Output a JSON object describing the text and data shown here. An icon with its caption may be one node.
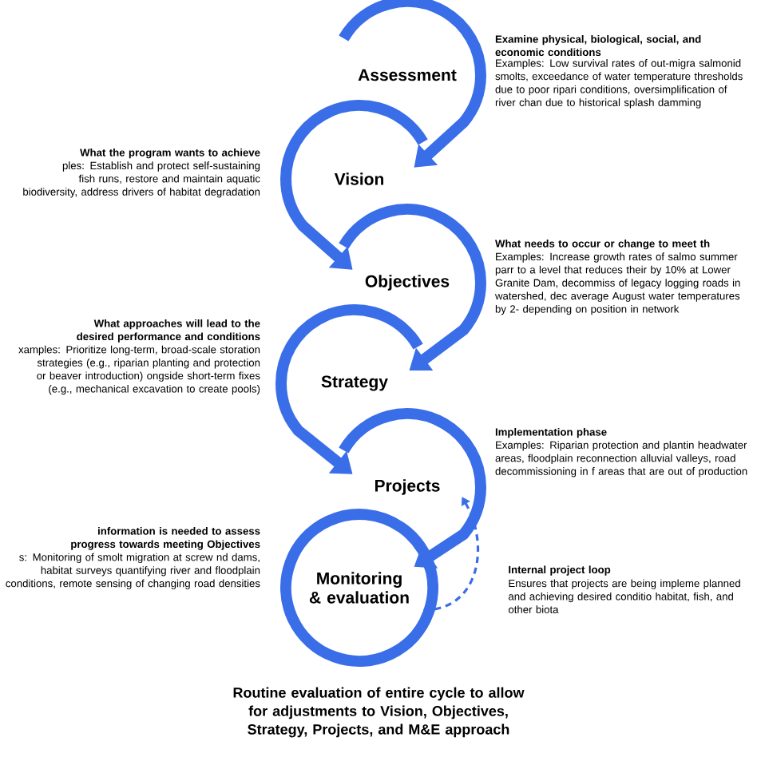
{
  "diagram": {
    "caption": "Routine evaluation of entire cycle to allow for adjustments to Vision, Objectives, Strategy, Projects, and M&E approach",
    "nodes": [
      {
        "text": [
          "Assessment"
        ],
        "beside": [
          "Examine physical, biological, social, and economic conditions",
          "Examples: Low survival rates of out-migra salmonid smolts, exceedance of water temperature thresholds due to poor ripari conditions, oversimplification of river chan due to historical splash damming"
        ]
      },
      {
        "text": [
          "Vision"
        ],
        "beside": [
          "What the program wants to achieve",
          "ples: Establish and protect self-sustaining fish runs, restore and maintain aquatic biodiversity, address drivers of habitat degradation"
        ]
      },
      {
        "text": [
          "Objectives"
        ],
        "beside": [
          "What needs to occur or change to meet th",
          "Examples: Increase growth rates of salmo summer parr to a level that reduces their by 10% at Lower Granite Dam, decommiss of legacy logging roads in watershed, dec average August water temperatures by 2- depending on position in network"
        ]
      },
      {
        "text": [
          "Strategy"
        ],
        "beside": [
          "What approaches will lead to the desired performance and conditions",
          "xamples: Prioritize long-term, broad-scale storation strategies (e.g., riparian planting and protection or beaver introduction) ongside short-term fixes (e.g., mechanical excavation to create pools)"
        ]
      },
      {
        "text": [
          "Projects"
        ],
        "beside": [
          "Implementation phase",
          "Examples: Riparian protection and plantin headwater areas, floodplain reconnection alluvial valleys, road decommissioning in f areas that are out of production"
        ]
      },
      {
        "text": [
          "Monitoring & evaluation"
        ],
        "beside": [
          "information is needed to assess progress towards meeting Objectives",
          "s: Monitoring of smolt migration at screw nd dams, habitat surveys quantifying river and floodplain conditions, remote sensing of changing road densities"
        ]
      }
    ],
    "edges": [
      {
        "from": 0,
        "to": 1,
        "arrow": "to"
      },
      {
        "from": 1,
        "to": 2,
        "arrow": "to"
      },
      {
        "from": 2,
        "to": 3,
        "arrow": "to"
      },
      {
        "from": 3,
        "to": 4,
        "arrow": "to"
      },
      {
        "from": 4,
        "to": 5,
        "arrow": "to"
      },
      {
        "from": 5,
        "to": 4,
        "arrow": "to",
        "style": "dashed"
      },
      {
        "from": 5,
        "to": 5,
        "arrow": "none"
      }
    ],
    "labels": [
      "Internal project loop",
      "Ensures that projects are being impleme planned and achieving desired conditio habitat, fish, and other biota"
    ]
  }
}
